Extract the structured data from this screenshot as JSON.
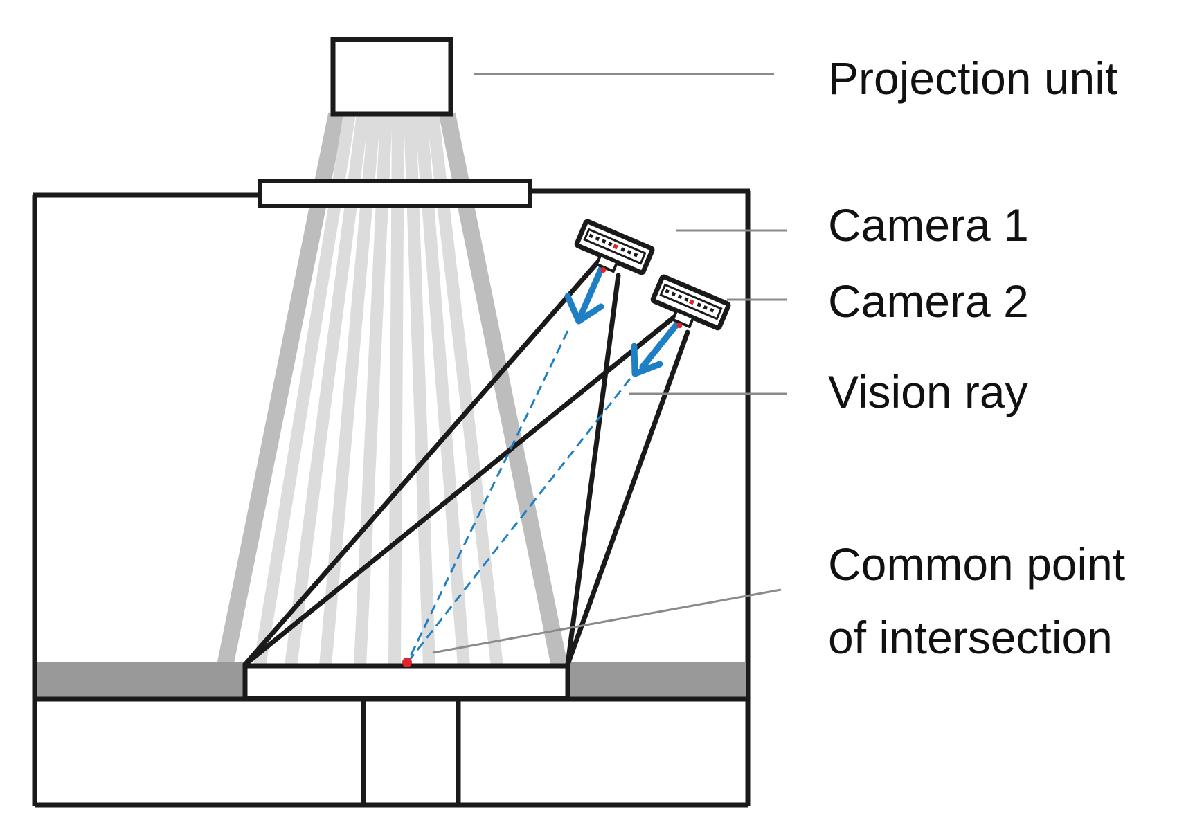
{
  "labels": {
    "projection_unit": "Projection unit",
    "camera_1": "Camera 1",
    "camera_2": "Camera 2",
    "vision_ray": "Vision ray",
    "common_point_line1": "Common point",
    "common_point_line2": "of intersection"
  },
  "colors": {
    "outline": "#1a1a1a",
    "light_beam_dark": "#bdbdbd",
    "light_beam_light": "#dcdcdc",
    "platform": "#999999",
    "leader_line": "#8a8a8a",
    "vision_ray": "#1f7fc4",
    "intersection_point": "#e0262b"
  }
}
